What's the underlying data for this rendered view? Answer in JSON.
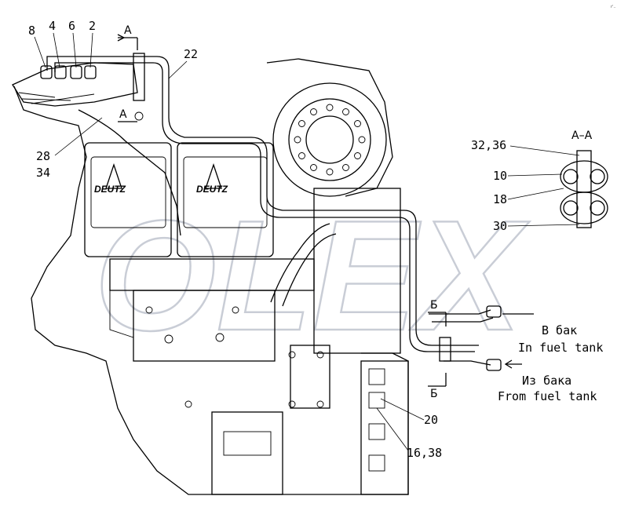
{
  "watermark": "OLEX",
  "brand": {
    "left": "DEUTZ",
    "right": "DEUTZ"
  },
  "section": {
    "title": "А–А",
    "cut_a_top": "А",
    "cut_a_bottom": "А",
    "cut_b_top": "Б",
    "cut_b_bottom": "Б"
  },
  "callouts": {
    "p8": "8",
    "p4": "4",
    "p6": "6",
    "p2": "2",
    "p22": "22",
    "p28": "28",
    "p34": "34",
    "p32_36": "32,36",
    "p10": "10",
    "p18": "18",
    "p30": "30",
    "p20": "20",
    "p16_38": "16,38"
  },
  "flow": {
    "to_tank_ru": "В бак",
    "to_tank_en": "In fuel tank",
    "from_tank_ru": "Из бака",
    "from_tank_en": "From fuel tank"
  },
  "corner_mark": "r'.."
}
